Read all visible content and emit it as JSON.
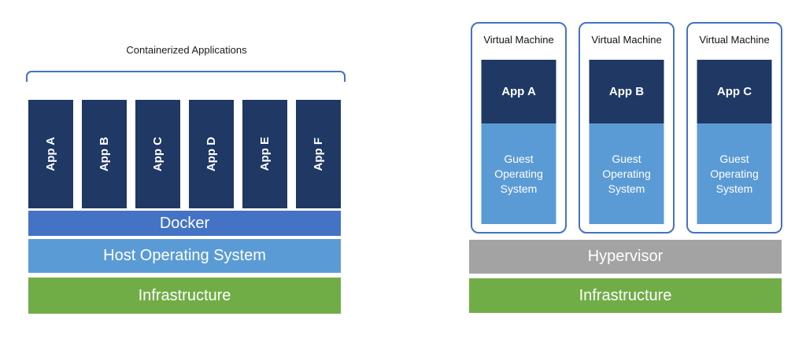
{
  "diagram": {
    "left": {
      "title": "Containerized Applications",
      "apps": [
        "App A",
        "App B",
        "App C",
        "App D",
        "App E",
        "App F"
      ],
      "layers": [
        {
          "label": "Docker",
          "color": "#4472C4"
        },
        {
          "label": "Host Operating System",
          "color": "#5B9BD5"
        },
        {
          "label": "Infrastructure",
          "color": "#70AD47"
        }
      ]
    },
    "right": {
      "vms": [
        {
          "label": "Virtual Machine",
          "app": "App A",
          "os": "Guest Operating System"
        },
        {
          "label": "Virtual Machine",
          "app": "App B",
          "os": "Guest Operating System"
        },
        {
          "label": "Virtual Machine",
          "app": "App C",
          "os": "Guest Operating System"
        }
      ],
      "layers": [
        {
          "label": "Hypervisor",
          "color": "#A3A3A3"
        },
        {
          "label": "Infrastructure",
          "color": "#70AD47"
        }
      ]
    },
    "colors": {
      "app_block": "#1F3864",
      "guest_os_block": "#5B9BD5",
      "vm_border": "#4472C4",
      "bracket": "#4472C4",
      "text_on_blocks": "#FFFFFF",
      "text_labels": "#1A1A1A"
    }
  }
}
